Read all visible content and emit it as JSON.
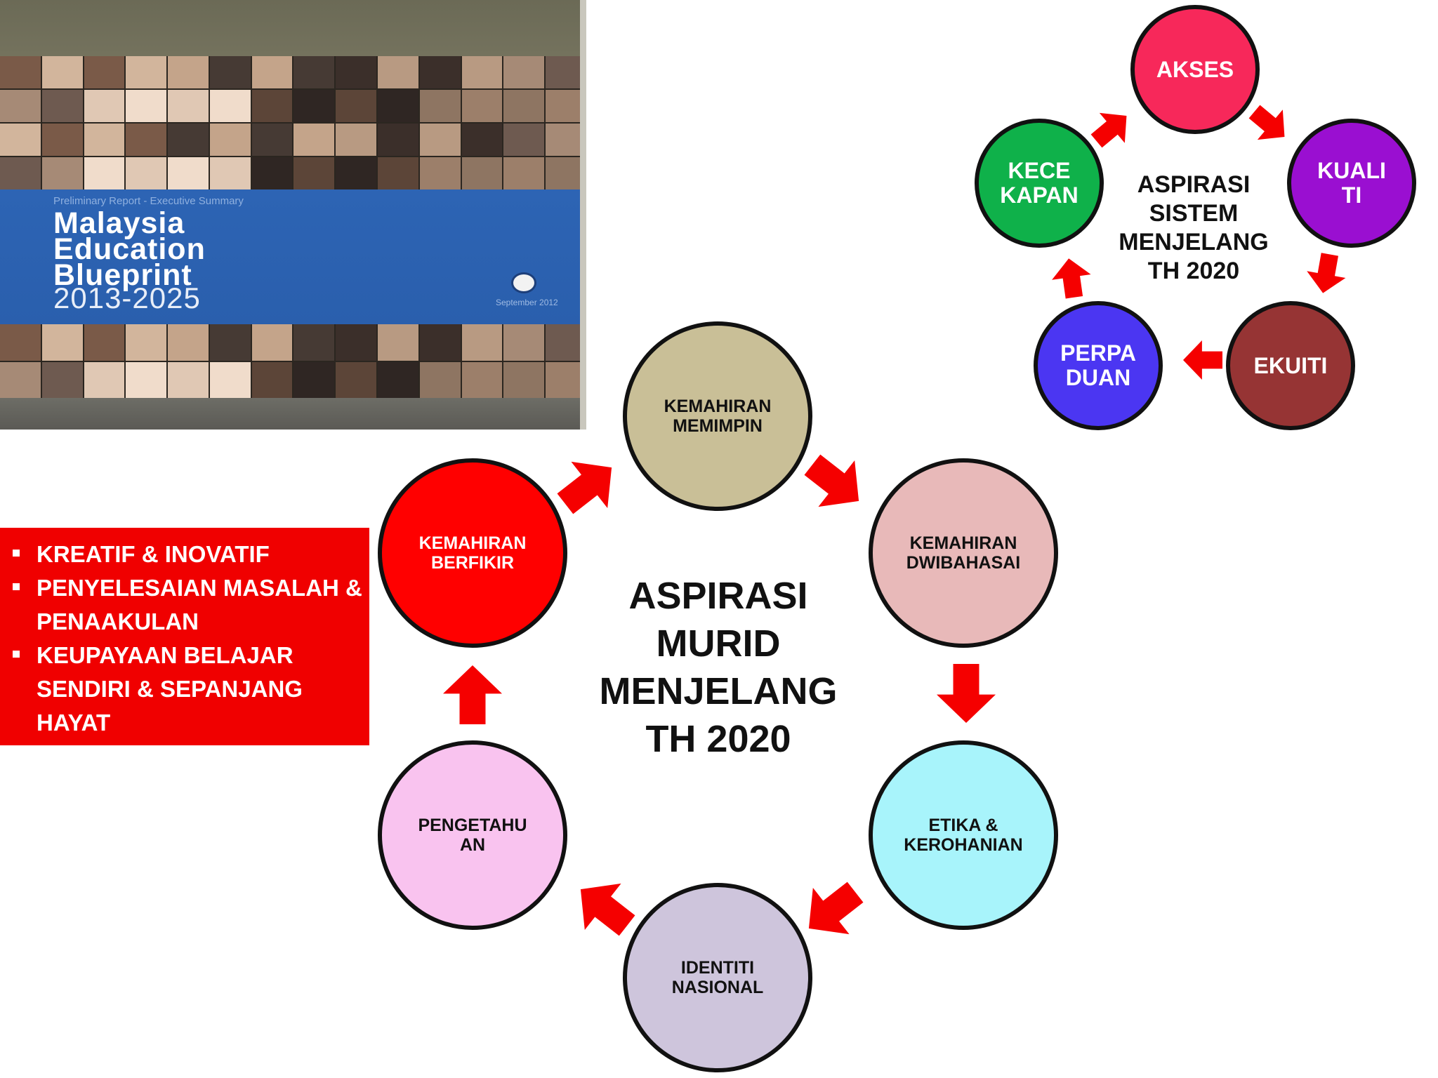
{
  "cover": {
    "subtitle": "Preliminary Report - Executive Summary",
    "title_line1": "Malaysia",
    "title_line2": "Education",
    "title_line3": "Blueprint",
    "years": "2013-2025",
    "date": "September 2012"
  },
  "info_box": {
    "items": [
      "KREATIF & INOVATIF",
      "PENYELESAIAN MASALAH & PENAAKULAN",
      "KEUPAYAAN BELAJAR SENDIRI & SEPANJANG HAYAT"
    ]
  },
  "aspirasi_murid": {
    "center_title": "ASPIRASI\nMURID\nMENJELANG\nTH 2020",
    "nodes": [
      {
        "label": "KEMAHIRAN\nMEMIMPIN",
        "color": "#c9bf97"
      },
      {
        "label": "KEMAHIRAN\nDWIBAHASAI",
        "color": "#e8b9b9"
      },
      {
        "label": "ETIKA &\nKEROHANIAN",
        "color": "#a8f4fb"
      },
      {
        "label": "IDENTITI\nNASIONAL",
        "color": "#cec5dc"
      },
      {
        "label": "PENGETAHU\nAN",
        "color": "#f9c3ef"
      },
      {
        "label": "KEMAHIRAN\nBERFIKIR",
        "color": "#ff0000",
        "text_color": "#ffffff"
      }
    ]
  },
  "aspirasi_sistem": {
    "center_title": "ASPIRASI\nSISTEM\nMENJELANG\nTH 2020",
    "nodes": [
      {
        "label": "AKSES",
        "color": "#f7285a"
      },
      {
        "label": "KUALI\nTI",
        "color": "#9a0fd1"
      },
      {
        "label": "EKUITI",
        "color": "#963434"
      },
      {
        "label": "PERPA\nDUAN",
        "color": "#4b36f2"
      },
      {
        "label": "KECE\nKAPAN",
        "color": "#0fb14a"
      }
    ]
  },
  "colors": {
    "arrow": "#f50000",
    "info_box": "#f00000",
    "cover_blue": "#2d64b4"
  }
}
